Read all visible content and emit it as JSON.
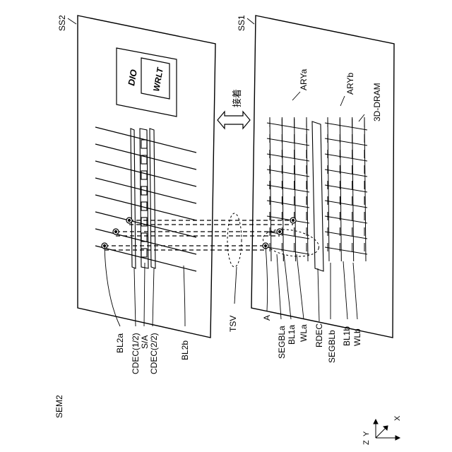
{
  "labels": {
    "ss2": "SS2",
    "ss1": "SS1",
    "dio": "DIO",
    "wrlt": "WRLT",
    "bond": "接着",
    "arya": "ARYa",
    "aryb": "ARYb",
    "dram": "3D-DRAM",
    "tsv": "TSV",
    "sem2": "SEM2",
    "bl2a": "BL2a",
    "cdec12": "CDEC(1/2)",
    "sa": "S/A",
    "cdec22": "CDEC(2/2)",
    "bl2b": "BL2b",
    "a": "A",
    "segbla": "SEGBLa",
    "bl1a": "BL1a",
    "wla": "WLa",
    "rdec": "RDEC",
    "segblb": "SEGBLb",
    "bl1b": "BL1b",
    "wlb": "WLb",
    "ax_x": "X",
    "ax_y": "Y",
    "ax_z": "Z"
  }
}
